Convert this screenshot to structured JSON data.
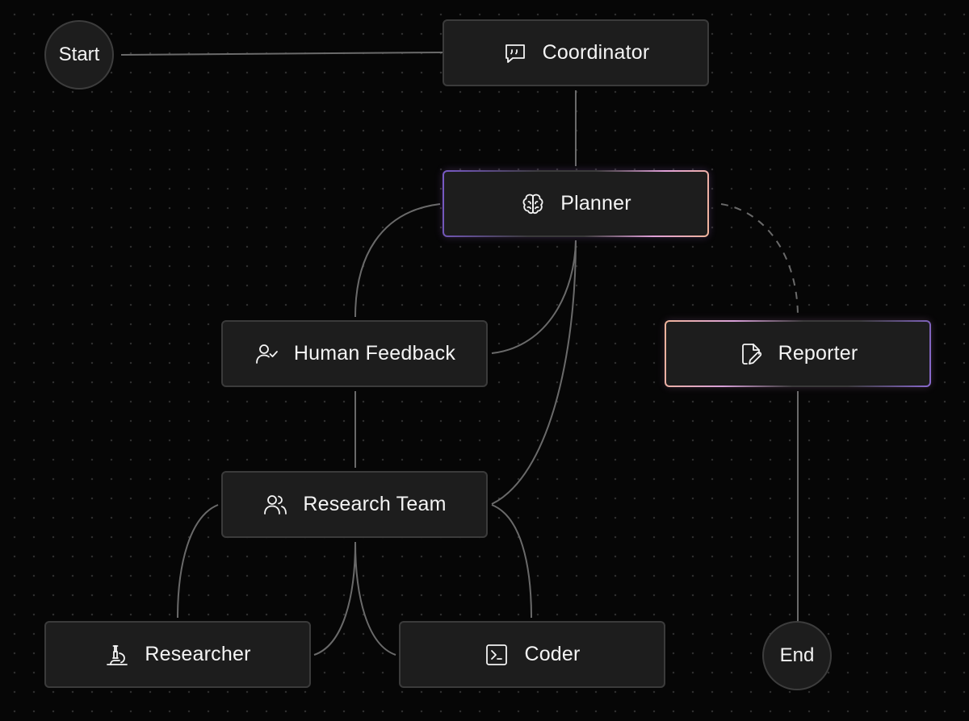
{
  "diagram": {
    "nodes": [
      {
        "id": "start",
        "label": "Start",
        "shape": "circle"
      },
      {
        "id": "coordinator",
        "label": "Coordinator",
        "icon": "chat-quote-icon"
      },
      {
        "id": "planner",
        "label": "Planner",
        "icon": "brain-icon",
        "highlighted": true
      },
      {
        "id": "human_feedback",
        "label": "Human Feedback",
        "icon": "user-check-icon"
      },
      {
        "id": "reporter",
        "label": "Reporter",
        "icon": "document-pen-icon",
        "highlighted": true
      },
      {
        "id": "research_team",
        "label": "Research Team",
        "icon": "users-icon"
      },
      {
        "id": "researcher",
        "label": "Researcher",
        "icon": "microscope-icon"
      },
      {
        "id": "coder",
        "label": "Coder",
        "icon": "terminal-icon"
      },
      {
        "id": "end",
        "label": "End",
        "shape": "circle"
      }
    ],
    "edges": [
      {
        "from": "start",
        "to": "coordinator"
      },
      {
        "from": "coordinator",
        "to": "planner"
      },
      {
        "from": "planner",
        "to": "human_feedback"
      },
      {
        "from": "human_feedback",
        "to": "planner"
      },
      {
        "from": "planner",
        "to": "research_team"
      },
      {
        "from": "planner",
        "to": "reporter",
        "style": "dashed"
      },
      {
        "from": "human_feedback",
        "to": "research_team"
      },
      {
        "from": "research_team",
        "to": "researcher"
      },
      {
        "from": "researcher",
        "to": "research_team"
      },
      {
        "from": "research_team",
        "to": "coder"
      },
      {
        "from": "coder",
        "to": "research_team"
      },
      {
        "from": "reporter",
        "to": "end"
      }
    ],
    "colors": {
      "background": "#060606",
      "node_fill": "#1d1d1d",
      "node_border": "#3b3b3b",
      "edge": "#6a6a6a",
      "highlight_purple": "#7a5bc9",
      "highlight_peach": "#f0b49a",
      "text": "#f4f4f4"
    }
  }
}
